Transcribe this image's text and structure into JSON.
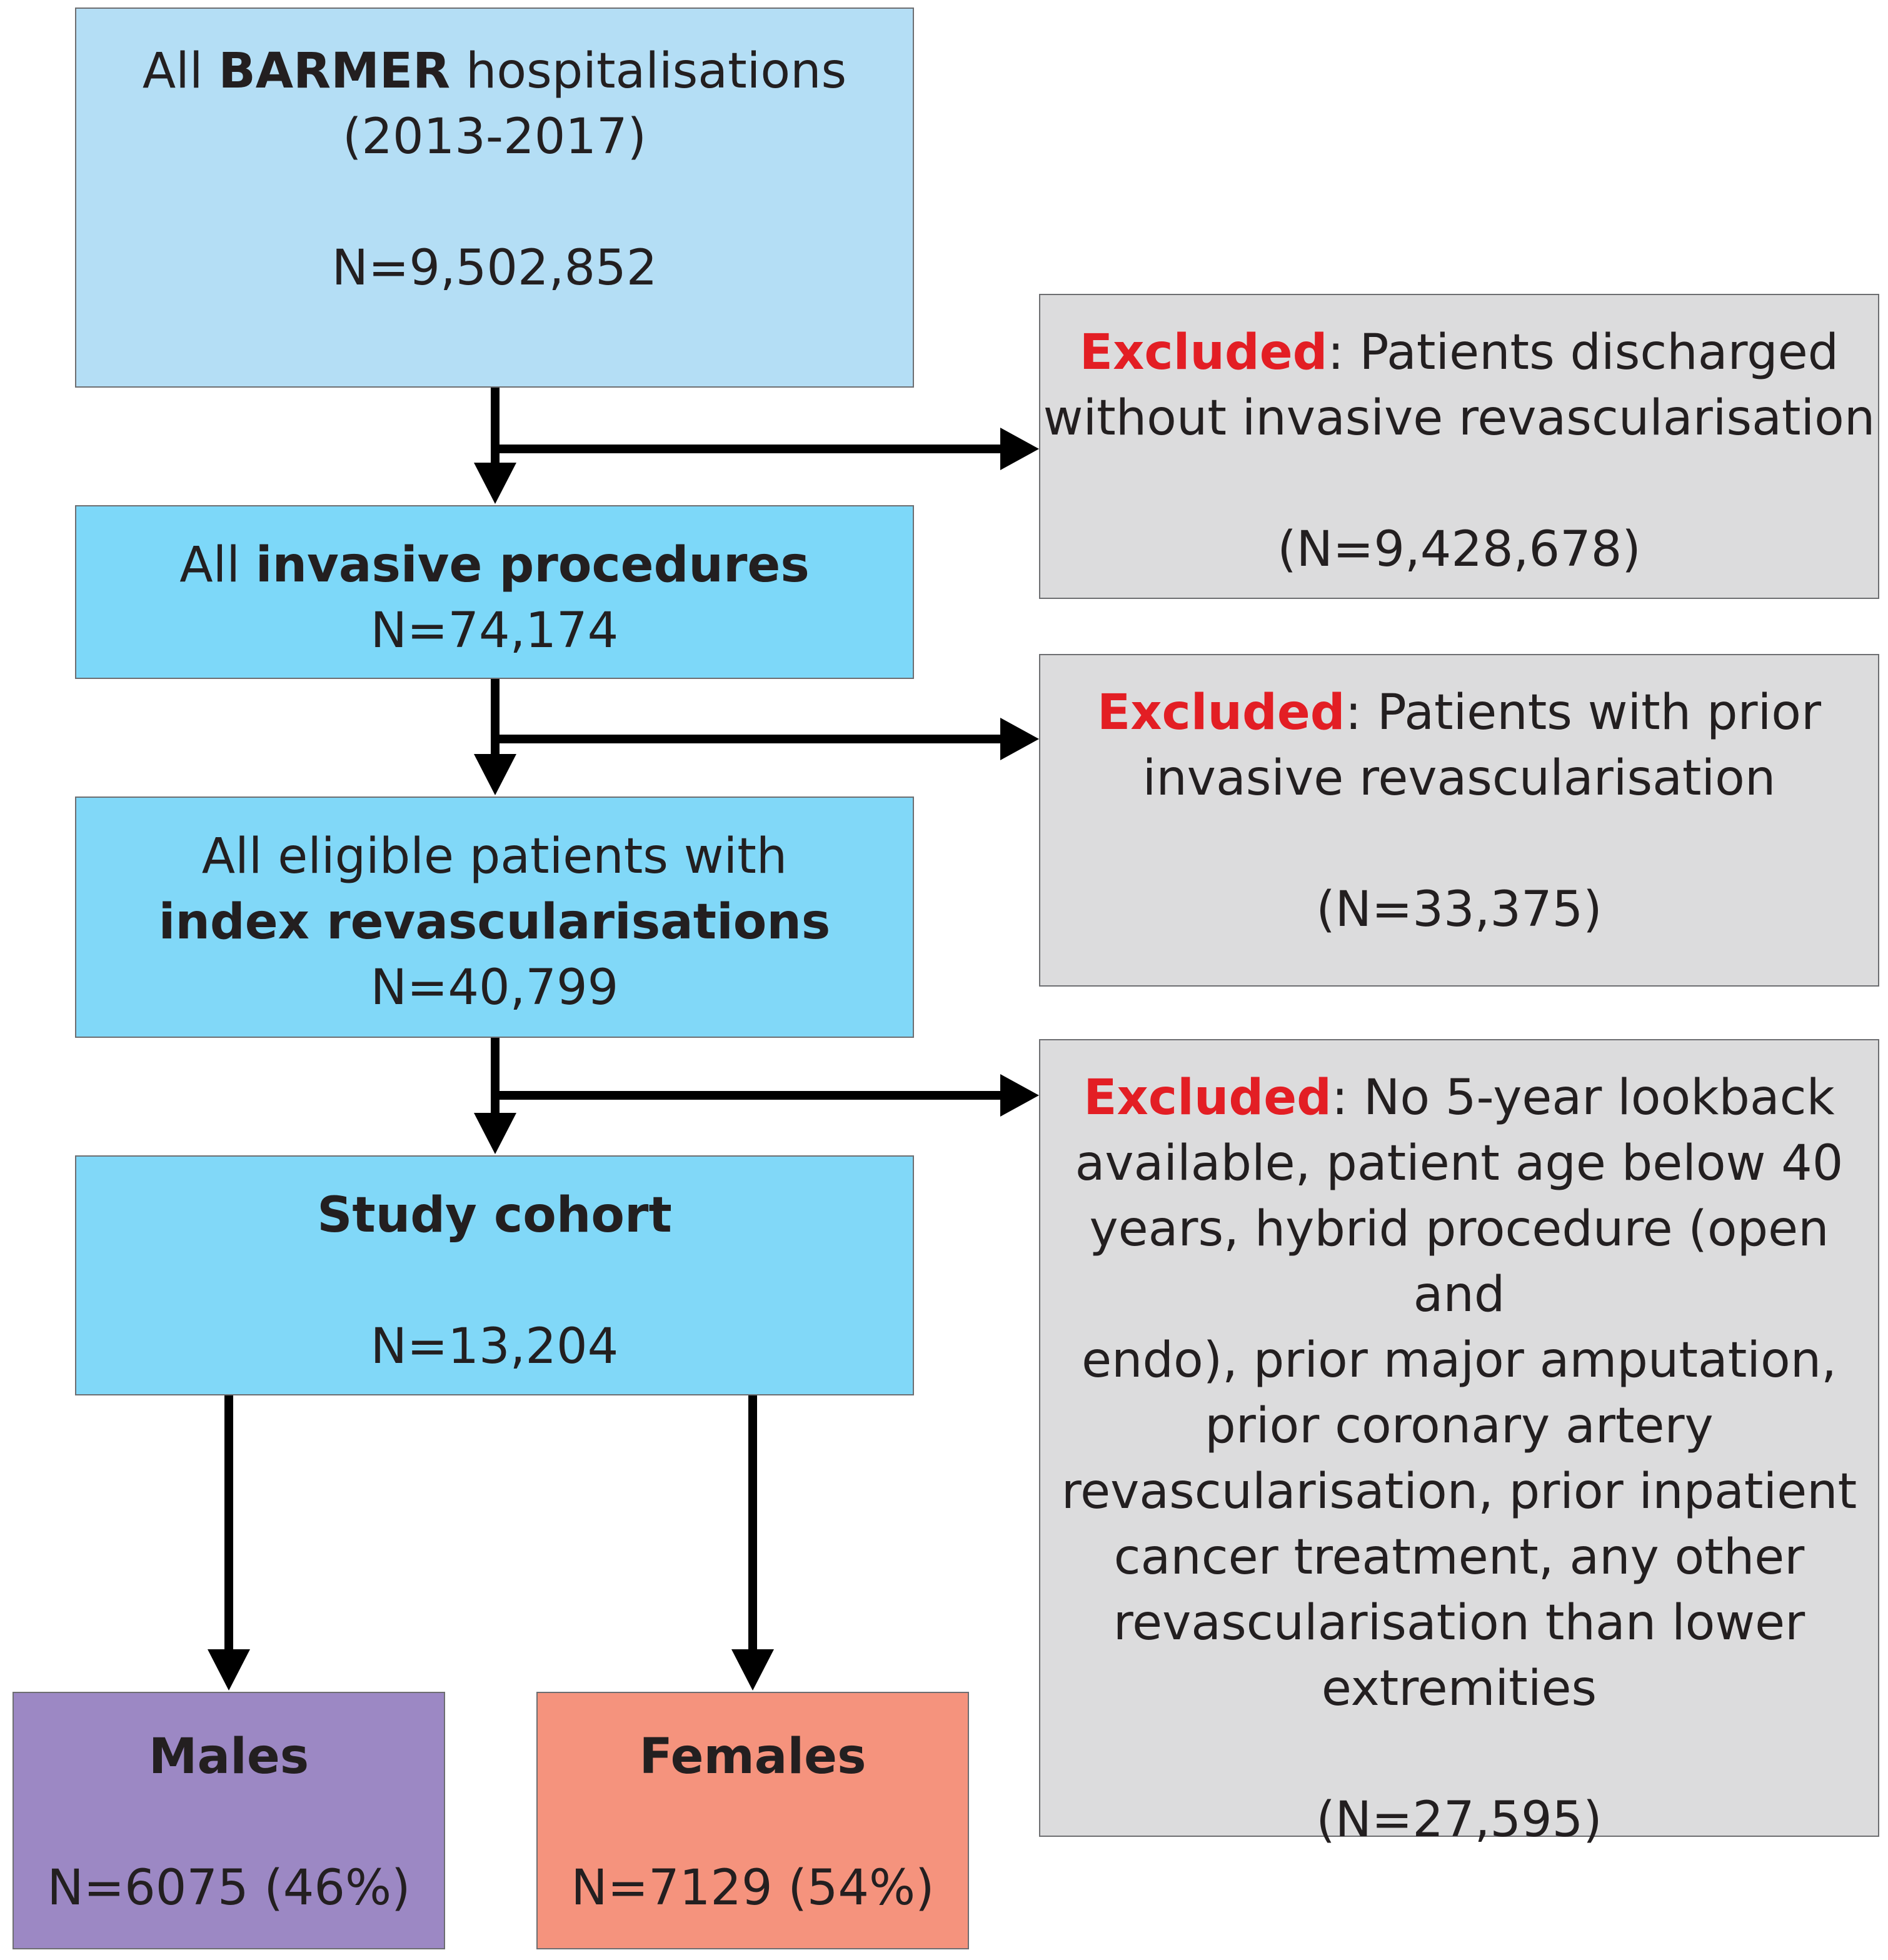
{
  "boxes": {
    "all_hosp": {
      "pre": "All ",
      "bold": "BARMER",
      "post": " hospitalisations",
      "years": "(2013-2017)",
      "n": "N=9,502,852"
    },
    "invasive": {
      "pre": "All ",
      "bold": "invasive procedures",
      "n": "N=74,174"
    },
    "eligible": {
      "line1": "All eligible patients with",
      "bold": "index revascularisations",
      "n": "N=40,799"
    },
    "cohort": {
      "title": "Study cohort",
      "n": "N=13,204"
    },
    "males": {
      "title": "Males",
      "n": "N=6075 (46%)"
    },
    "females": {
      "title": "Females",
      "n": "N=7129 (54%)"
    }
  },
  "exclusions": [
    {
      "label": "Excluded",
      "lines": [
        ": Patients discharged",
        "without invasive revascularisation"
      ],
      "n": "(N=9,428,678)"
    },
    {
      "label": "Excluded",
      "lines": [
        ": Patients with prior",
        "invasive revascularisation"
      ],
      "n": "(N=33,375)"
    },
    {
      "label": "Excluded",
      "lines": [
        ": No 5-year lookback",
        "available, patient age below 40",
        "years, hybrid procedure (open and",
        "endo), prior major amputation,",
        "prior coronary artery",
        "revascularisation, prior inpatient",
        "cancer treatment, any other",
        "revascularisation than lower",
        "extremities"
      ],
      "n": "(N=27,595)"
    }
  ],
  "colors": {
    "box_top": "#b4def5",
    "box_main": "#7dd8f9",
    "excluded_bg": "#dcdcdd",
    "excluded_label": "#e31e24",
    "males": "#9c88c4",
    "females": "#f5937d",
    "arrow": "#000000"
  }
}
